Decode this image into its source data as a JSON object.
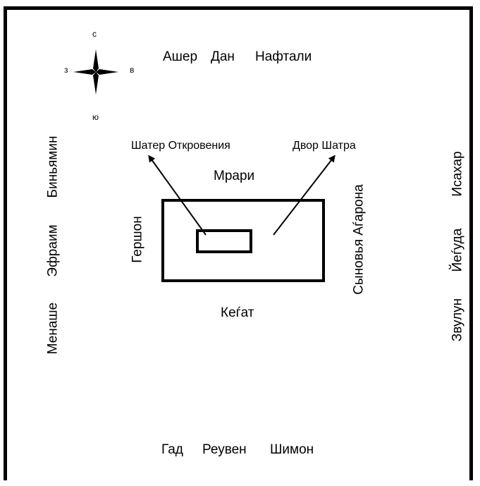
{
  "compass": {
    "north": "с",
    "south": "ю",
    "west": "з",
    "east": "в"
  },
  "top_row": {
    "tribes": [
      "Ашер",
      "Дан",
      "Нафтали"
    ]
  },
  "bottom_row": {
    "tribes": [
      "Гад",
      "Реувен",
      "Шимон"
    ]
  },
  "left_column": {
    "tribes": [
      "Менаше",
      "Эфраим",
      "Биньямин"
    ]
  },
  "right_column": {
    "tribes": [
      "Звулун",
      "Йеѓуда",
      "Исахар"
    ]
  },
  "levites": {
    "north": "Мрари",
    "south": "Кеѓат",
    "west": "Гершон",
    "east": "Сыновья Аѓарона"
  },
  "labels": {
    "tent": "Шатер Откровения",
    "courtyard": "Двор Шатра"
  }
}
